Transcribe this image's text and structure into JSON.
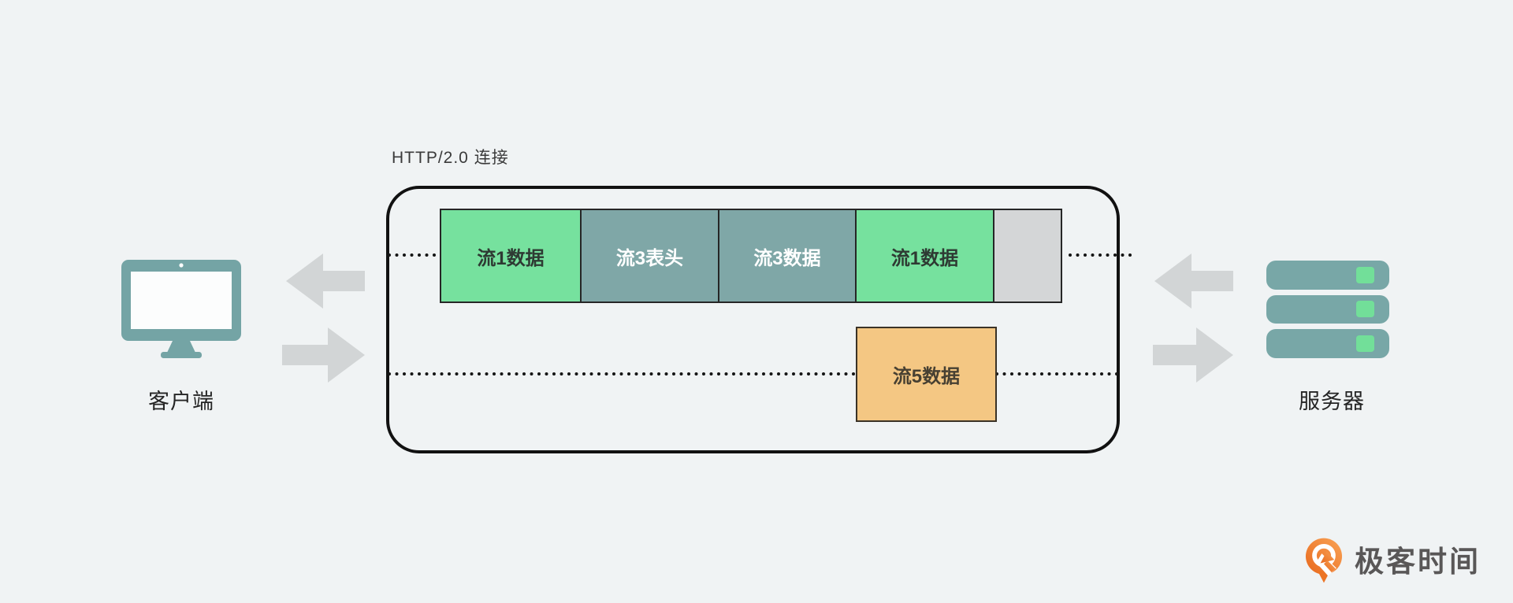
{
  "diagram": {
    "title": "HTTP/2.0 连接",
    "client": {
      "label": "客户端",
      "icon": "monitor-icon"
    },
    "server": {
      "label": "服务器",
      "icon": "server-rack-icon"
    },
    "arrows": {
      "top_pair_direction": "toward-client",
      "bottom_pair_direction": "toward-server"
    },
    "lane1_blocks": [
      {
        "label": "流1数据",
        "color": "#76e19e"
      },
      {
        "label": "流3表头",
        "color": "#7fa7a7"
      },
      {
        "label": "流3数据",
        "color": "#7fa7a7"
      },
      {
        "label": "流1数据",
        "color": "#76e19e"
      },
      {
        "label": "",
        "color": "#d4d6d7"
      }
    ],
    "lane2_blocks": [
      {
        "label": "流5数据",
        "color": "#f4c783"
      }
    ]
  },
  "branding": {
    "logo_text": "极客时间",
    "logo_color": "#ee7a24"
  },
  "colors": {
    "background": "#f0f3f4",
    "stream_green": "#76e19e",
    "stream_teal": "#7fa7a7",
    "empty_gray": "#d4d6d7",
    "stream_orange": "#f4c783",
    "device_teal": "#74a4a5",
    "indicator_green": "#72df99",
    "arrow_gray": "#d2d5d6",
    "outline_black": "#111111"
  }
}
